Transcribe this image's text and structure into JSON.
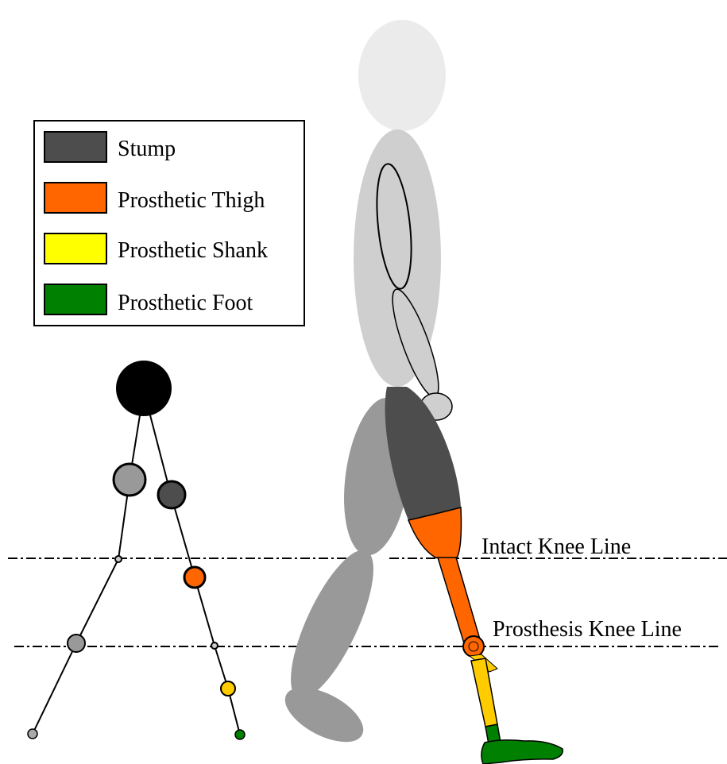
{
  "legend": {
    "items": [
      {
        "label": "Stump",
        "color": "#4d4d4d"
      },
      {
        "label": "Prosthetic Thigh",
        "color": "#ff6600"
      },
      {
        "label": "Prosthetic Shank",
        "color": "#ffff00"
      },
      {
        "label": "Prosthetic Foot",
        "color": "#008000"
      }
    ]
  },
  "lines": {
    "intact_knee": "Intact Knee Line",
    "prosthesis_knee": "Prosthesis Knee Line"
  },
  "colors": {
    "head": "#ebebeb",
    "torso": "#cfcfcf",
    "intact_leg": "#999999",
    "stump": "#4d4d4d",
    "prosthetic_thigh": "#ff6600",
    "prosthetic_shank": "#ffcc00",
    "prosthetic_foot": "#008000",
    "model_head": "#000000",
    "model_intact_joint": "#999999"
  }
}
